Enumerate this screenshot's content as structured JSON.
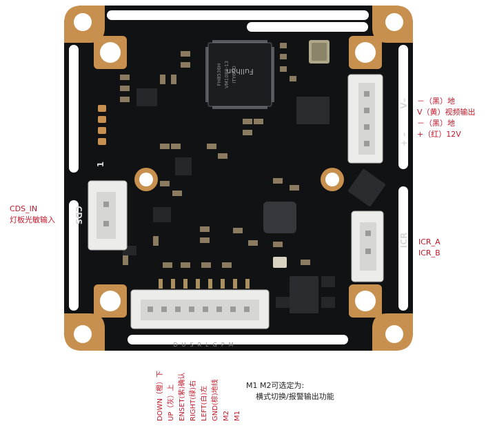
{
  "colors": {
    "board": "#101214",
    "pad": "#c8904e",
    "connector": "#ececea",
    "silk": "#d9d9d9",
    "label_red": "#c0182a",
    "label_black": "#222222"
  },
  "board_silkscreen": {
    "cds": "CDS",
    "icr": "ICR",
    "v_minus": "V–",
    "plus_minus": "+ –",
    "pin_one": "1",
    "bottom_pins": "DUSRLGPM",
    "chip_brand": "Fullhan",
    "chip_text_1": "FH8536H",
    "chip_text_2": "VM1088-13",
    "chip_text_3": "ITY6CD"
  },
  "right_labels": {
    "power_connector": [
      "－（黑）地",
      "V（黄）视频输出",
      "－（黑）地",
      "+（红）12V"
    ],
    "icr": [
      "ICR_A",
      "ICR_B"
    ]
  },
  "left_labels": {
    "line1": "CDS_IN",
    "line2": "灯板光敏输入"
  },
  "bottom_vertical_labels": [
    "DOWN（橙）下",
    "UP（灰）上",
    "ENSET(紫)确认",
    "RIGHT(绿)右",
    "LEFT(白)左",
    "GND(棕)地线",
    "M2",
    "M1"
  ],
  "m1m2_note": {
    "line1": "M1 M2可选定为:",
    "line2": "横式切换/报警输出功能"
  }
}
